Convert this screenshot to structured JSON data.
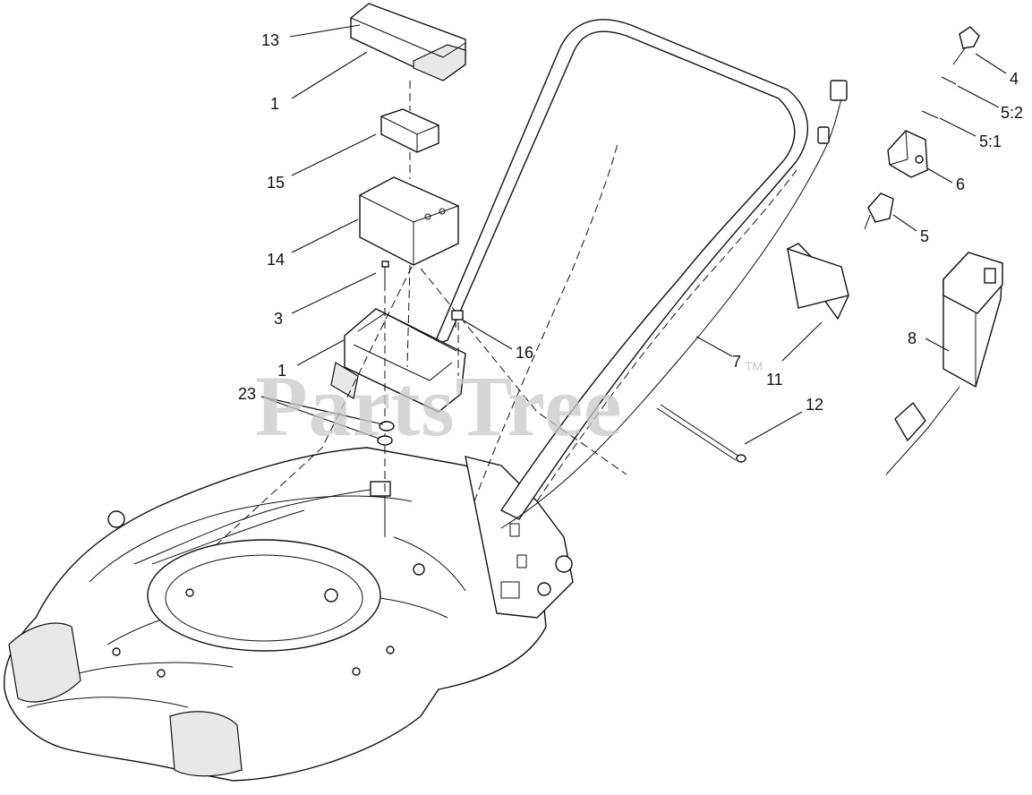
{
  "watermark": {
    "text": "PartsTree",
    "mark": "TM"
  },
  "callouts": {
    "c13": "13",
    "c1a": "1",
    "c15": "15",
    "c14": "14",
    "c3": "3",
    "c1b": "1",
    "c23": "23",
    "c16": "16",
    "c7": "7",
    "c11": "11",
    "c12": "12",
    "c4": "4",
    "c52": "5:2",
    "c51": "5:1",
    "c6": "6",
    "c5": "5",
    "c8": "8"
  }
}
